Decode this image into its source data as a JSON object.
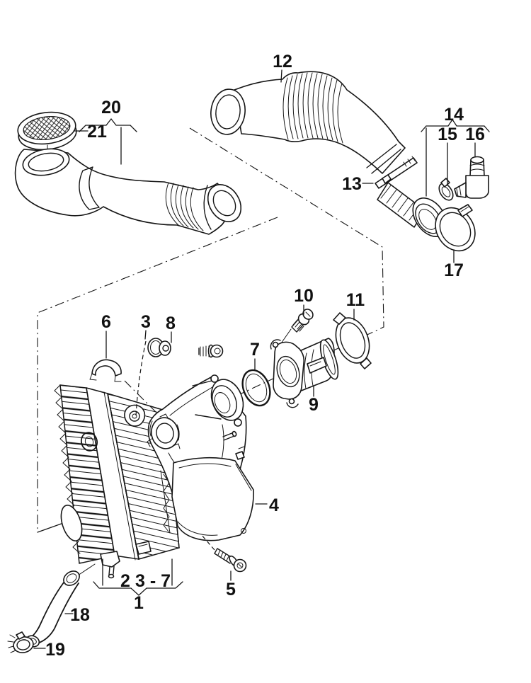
{
  "diagram": {
    "kind": "exploded-parts-diagram",
    "colors": {
      "background": "#ffffff",
      "line": "#161616",
      "label": "#111111"
    }
  },
  "labels": {
    "l1": "1",
    "l2": "2",
    "l3": "3",
    "l3_7": "3 - 7",
    "l4": "4",
    "l5": "5",
    "l6": "6",
    "l7": "7",
    "l8": "8",
    "l9": "9",
    "l10": "10",
    "l11": "11",
    "l12": "12",
    "l13": "13",
    "l14": "14",
    "l15": "15",
    "l16": "16",
    "l17": "17",
    "l18": "18",
    "l19": "19",
    "l20": "20",
    "l21": "21"
  }
}
